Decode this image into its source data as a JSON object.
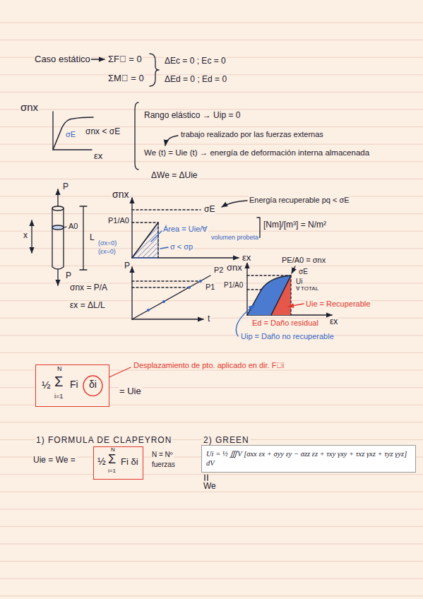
{
  "diagram": {
    "nodes": [
      {
        "text": [
          "½",
          "Σ",
          "N",
          "i=1",
          "Fi"
        ]
      },
      {
        "text": [
          "δi"
        ],
        "in": 0
      },
      {
        "text": [
          "½",
          "Σ",
          "N",
          "i=1",
          "Fi δi"
        ]
      },
      {
        "text": [
          "Ui = ½ ∭V [σxx εx + σyy εy − σzz εz + τxy γxy + τxz γxz + τyz γyz] dV"
        ]
      }
    ],
    "labels": [
      "Caso estático",
      "ΣF⃗ = 0",
      "ΣM⃗ = 0",
      "ΔEc = 0 ; Ec = 0",
      "ΔEd = 0 ; Ed = 0",
      "σnx",
      "σE",
      "σnx < σE",
      "εx",
      "Rango elástico → Uip = 0",
      "trabajo realizado por las fuerzas externas",
      "We (t) = Uie (t) → energía de deformación interna almacenada",
      "ΔWe = ΔUie",
      "P",
      "x",
      "A0",
      "L",
      "P",
      "σnx",
      "σE",
      "P1/A0",
      "Área = Uie/∀",
      "volumen probeta",
      "σ < σp",
      "(σx=0)",
      "(εx=0)",
      "εx",
      "Energía recuperable pq < σE",
      "[Nm]/[m³] = N/m²",
      "σnx = P/A",
      "εx = ΔL/L",
      "P",
      "P2",
      "P1",
      "t",
      "σnx",
      "PE/A0 = σnx",
      "σE",
      "Ui",
      "∀ TOTAL",
      "P1/A0",
      "Uie = Recuperable",
      "Ed = Daño residual",
      "εx",
      "Uip = Daño no recuperable",
      "Desplazamiento de pto. aplicado en dir. F⃗i",
      "= Uie",
      "1) FORMULA DE CLAPEYRON",
      "2) GREEN",
      "Uie = We =",
      "N = Nº",
      "fuerzas",
      "We"
    ]
  }
}
